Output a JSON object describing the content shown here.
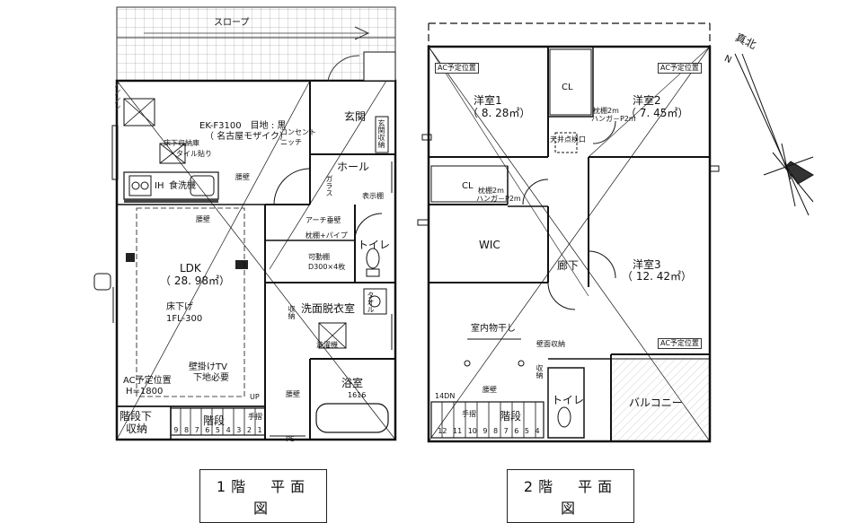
{
  "floor1": {
    "slope": "スロープ",
    "entrance": "玄関",
    "shoe_storage": "玄関収納",
    "kitchen_spec": "EK-F3100　目地 : 黒",
    "kitchen_spec2": "（ 名古屋モザイク）",
    "floor_storage": "床下収納庫",
    "tile": "タイル貼り",
    "outlet": "コンセント",
    "niche": "ニッチ",
    "hall": "ホール",
    "ih": "IH",
    "dishwasher": "食洗機",
    "waist_wall_a": "腰壁",
    "waist_wall_b": "腰壁",
    "waist_wall_c": "腰壁",
    "glass": "ガラス",
    "display_shelf": "表示棚",
    "arch_wall": "アーチ垂壁",
    "shelf_pipe": "枕棚+パイプ",
    "toilet": "トイレ",
    "movable_shelf": "可動棚",
    "movable_shelf2": "D300×4枚",
    "ldk": "LDK",
    "ldk_area": "（ 28. 98㎡）",
    "floor_down": "床下げ",
    "floor_level": "1FL-300",
    "washroom": "洗面脱衣室",
    "towel": "タオル",
    "housing_storage": "収納",
    "washer": "洗濯機",
    "bath": "浴室",
    "bath_size": "1616",
    "tv": "壁掛けTV",
    "tv2": "下地必要",
    "ac": "AC予定位置",
    "ac_height": "H=1800",
    "under_stairs": "階段下",
    "under_stairs2": "収納",
    "stairs": "階段",
    "handrail": "手摺",
    "up": "UP",
    "ps": "PS",
    "stair_numbers": [
      "9",
      "8",
      "7",
      "6",
      "5",
      "4",
      "3",
      "2",
      "1"
    ]
  },
  "floor2": {
    "ac_1": "AC予定位置",
    "ac_2": "AC予定位置",
    "ac_3": "AC予定位置",
    "room1": "洋室1",
    "room1_area": "（ 8. 28㎡）",
    "room2": "洋室2",
    "room2_area": "（ 7. 45㎡）",
    "room3": "洋室3",
    "room3_area": "（ 12. 42㎡）",
    "cl_top": "CL",
    "cl_mid": "CL",
    "shelf_note": "枕棚2m",
    "hanger_note": "ハンガ－P2m",
    "shelf_note_b": "枕棚2m",
    "hanger_note_b": "ハンガ－P2m",
    "attic": "天井点検口",
    "wic": "WIC",
    "hallway": "廊下",
    "indoor_dry": "室内物干し",
    "wall_storage": "壁面収納",
    "waist_wall": "腰壁",
    "handrail": "手摺",
    "stairs": "階段",
    "toilet": "トイレ",
    "balcony": "バルコニー",
    "storage_v": "収納",
    "dn": "14DN",
    "stair_numbers": [
      "12",
      "11",
      "10",
      "9",
      "8",
      "7",
      "6",
      "5",
      "4"
    ],
    "north": "N",
    "true_north": "真北"
  },
  "titles": {
    "floor1": "1階　平面図",
    "floor2": "2階　平面図"
  }
}
